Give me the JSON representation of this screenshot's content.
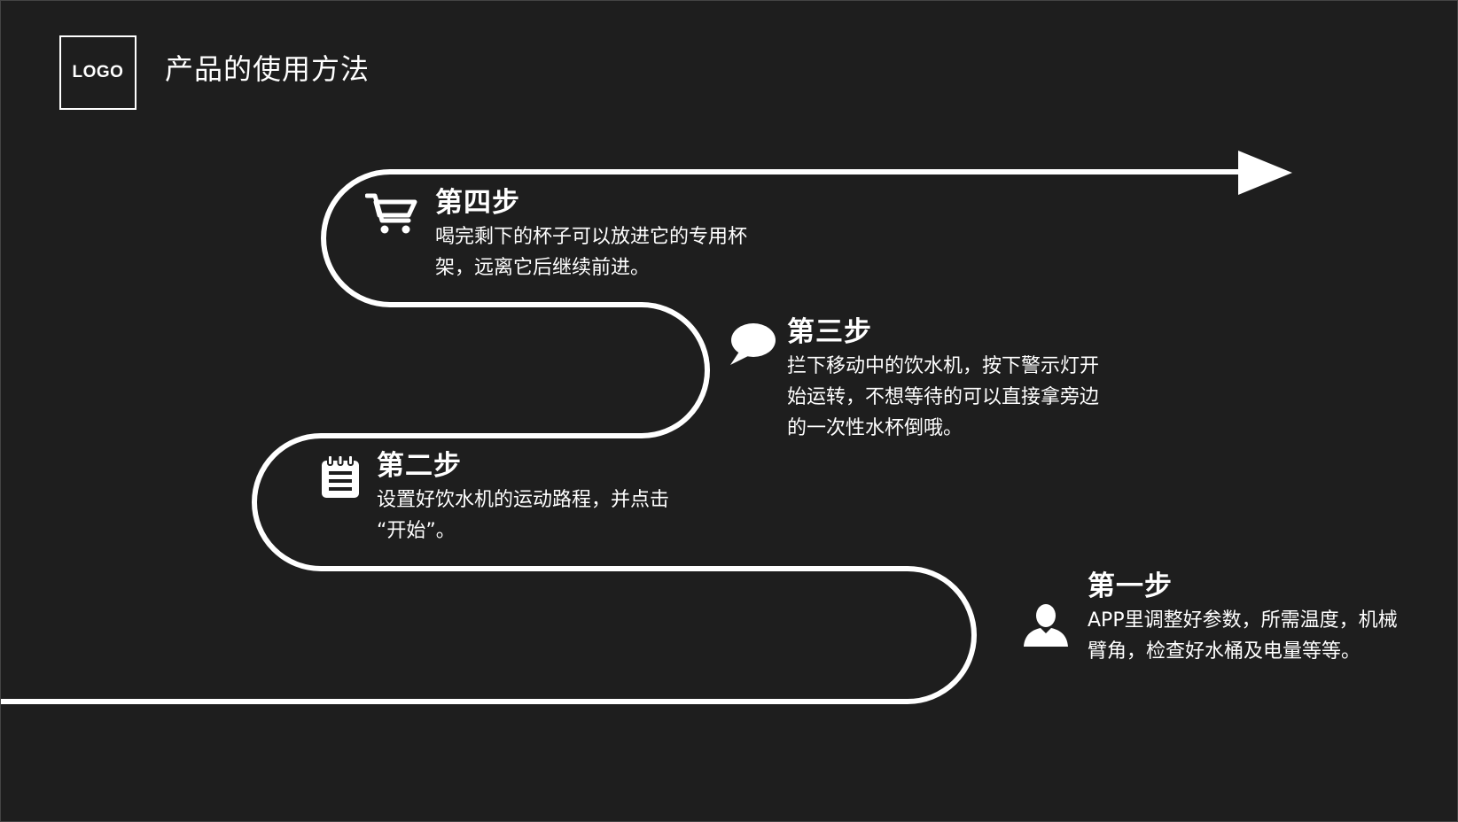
{
  "header": {
    "logo_text": "LOGO",
    "title": "产品的使用方法"
  },
  "steps": [
    {
      "title": "第一步",
      "desc": "APP里调整好参数，所需温度，机械臂角，检查好水桶及电量等等。",
      "icon": "user-icon"
    },
    {
      "title": "第二步",
      "desc": "设置好饮水机的运动路程，并点击 “开始”。",
      "icon": "notepad-icon"
    },
    {
      "title": "第三步",
      "desc": "拦下移动中的饮水机，按下警示灯开始运转，不想等待的可以直接拿旁边的一次性水杯倒哦。",
      "icon": "speech-bubble-icon"
    },
    {
      "title": "第四步",
      "desc": "喝完剩下的杯子可以放进它的专用杯架，远离它后继续前进。",
      "icon": "shopping-cart-icon"
    }
  ],
  "colors": {
    "background": "#1e1e1e",
    "foreground": "#ffffff"
  }
}
